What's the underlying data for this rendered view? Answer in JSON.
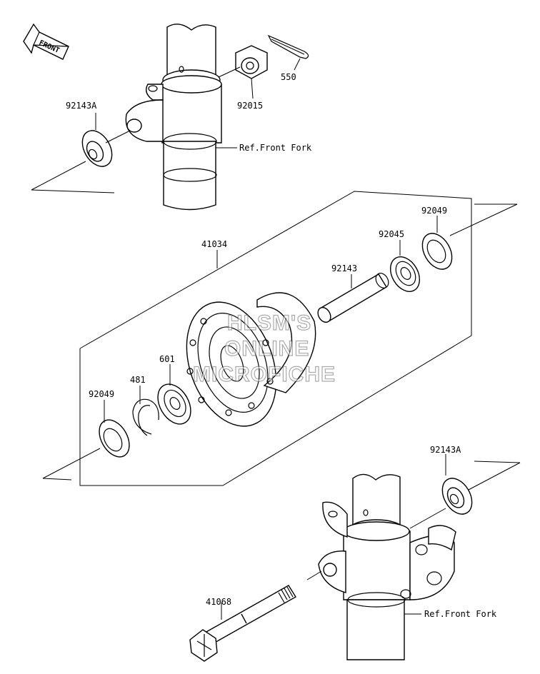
{
  "front_badge": "FRONT",
  "watermark": [
    "HLSM'S",
    "ONLINE",
    "MICROFICHE"
  ],
  "part_labels": {
    "p92143A_top": "92143A",
    "p92015": "92015",
    "p550": "550",
    "ref_fork_top": "Ref.Front Fork",
    "p41034": "41034",
    "p92049_right": "92049",
    "p92045": "92045",
    "p92143": "92143",
    "p601": "601",
    "p481": "481",
    "p92049_left": "92049",
    "p92143A_bottom": "92143A",
    "p41068": "41068",
    "ref_fork_bottom": "Ref.Front Fork"
  }
}
